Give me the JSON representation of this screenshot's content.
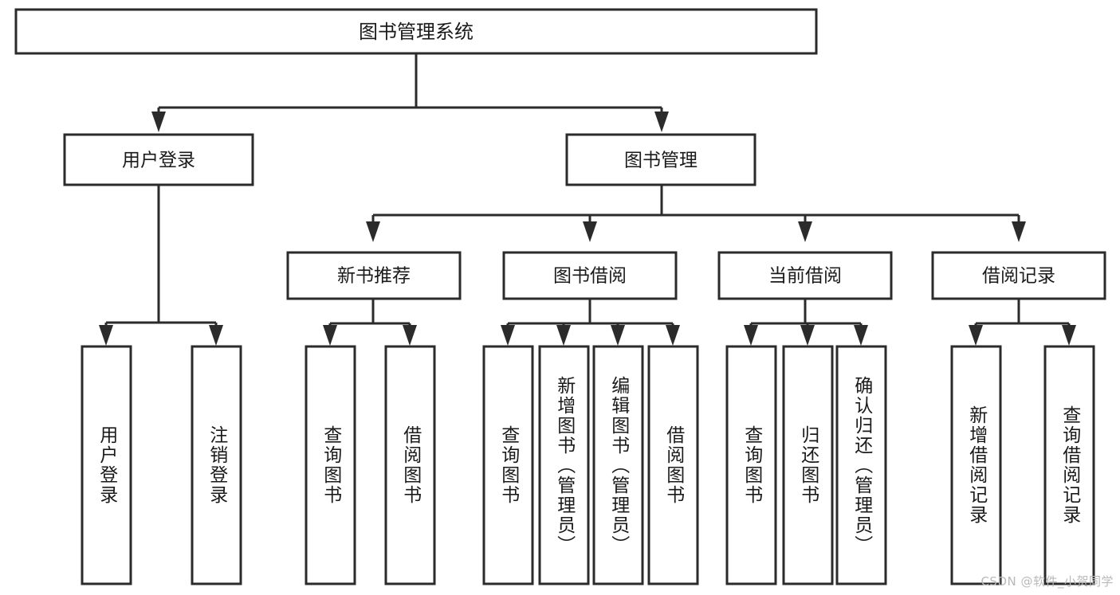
{
  "diagram": {
    "title": "图书管理系统",
    "type": "tree",
    "orientation": "top-down",
    "colors": {
      "stroke": "#2b2b2b",
      "fill": "#ffffff",
      "text": "#1a1a1a",
      "watermark": "#b9b9b9"
    },
    "root": {
      "label": "图书管理系统"
    },
    "level2": [
      {
        "label": "用户登录"
      },
      {
        "label": "图书管理"
      }
    ],
    "level3": [
      {
        "label": "新书推荐"
      },
      {
        "label": "图书借阅"
      },
      {
        "label": "当前借阅"
      },
      {
        "label": "借阅记录"
      }
    ],
    "leaves": {
      "user_login": [
        {
          "label": "用户登录"
        },
        {
          "label": "注销登录"
        }
      ],
      "new_book_recommend": [
        {
          "label": "查询图书"
        },
        {
          "label": "借阅图书"
        }
      ],
      "book_borrow": [
        {
          "label": "查询图书"
        },
        {
          "label": "新增图书（管理员）"
        },
        {
          "label": "编辑图书（管理员）"
        },
        {
          "label": "借阅图书"
        }
      ],
      "current_borrow": [
        {
          "label": "查询图书"
        },
        {
          "label": "归还图书"
        },
        {
          "label": "确认归还（管理员）"
        }
      ],
      "borrow_record": [
        {
          "label": "新增借阅记录"
        },
        {
          "label": "查询借阅记录"
        }
      ]
    }
  },
  "watermark": {
    "text": "CSDN @软件_小贺同学"
  }
}
